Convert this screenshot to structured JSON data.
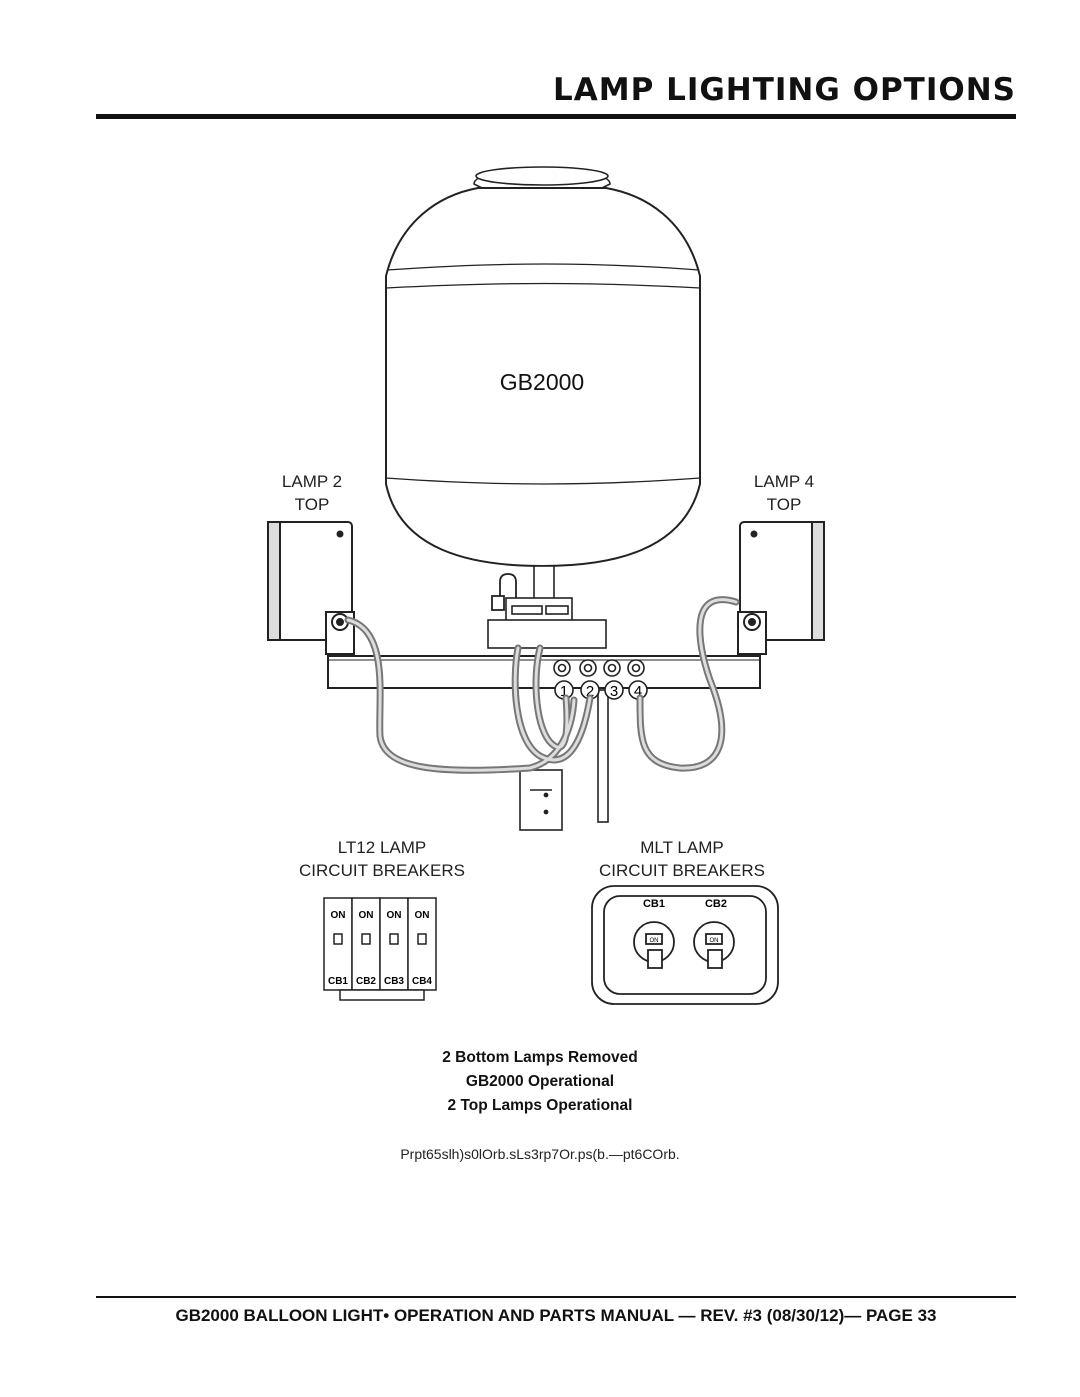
{
  "header": {
    "title": "LAMP LIGHTING OPTIONS"
  },
  "figure": {
    "balloon_label": "GB2000",
    "lamp_left": {
      "line1": "LAMP 2",
      "line2": "TOP"
    },
    "lamp_right": {
      "line1": "LAMP 4",
      "line2": "TOP"
    },
    "outlet_numbers": [
      "1",
      "2",
      "3",
      "4"
    ],
    "lt12": {
      "line1": "LT12 LAMP",
      "line2": "CIRCUIT BREAKERS",
      "switch_labels": [
        "ON",
        "ON",
        "ON",
        "ON"
      ],
      "breakers": [
        "CB1",
        "CB2",
        "CB3",
        "CB4"
      ]
    },
    "mlt": {
      "line1": "MLT LAMP",
      "line2": "CIRCUIT BREAKERS",
      "breakers": [
        "CB1",
        "CB2"
      ],
      "switch_labels": [
        "ON",
        "ON"
      ]
    }
  },
  "caption": {
    "line1": "2 Bottom Lamps Removed",
    "line2": "GB2000 Operational",
    "line3": "2 Top Lamps Operational",
    "reference": "Prpt65slh)s0lOrb.sLs3rp7Or.ps(b.—pt6COrb."
  },
  "footer": {
    "text": "GB2000 BALLOON LIGHT• OPERATION AND PARTS MANUAL — REV. #3 (08/30/12)— PAGE 33"
  }
}
